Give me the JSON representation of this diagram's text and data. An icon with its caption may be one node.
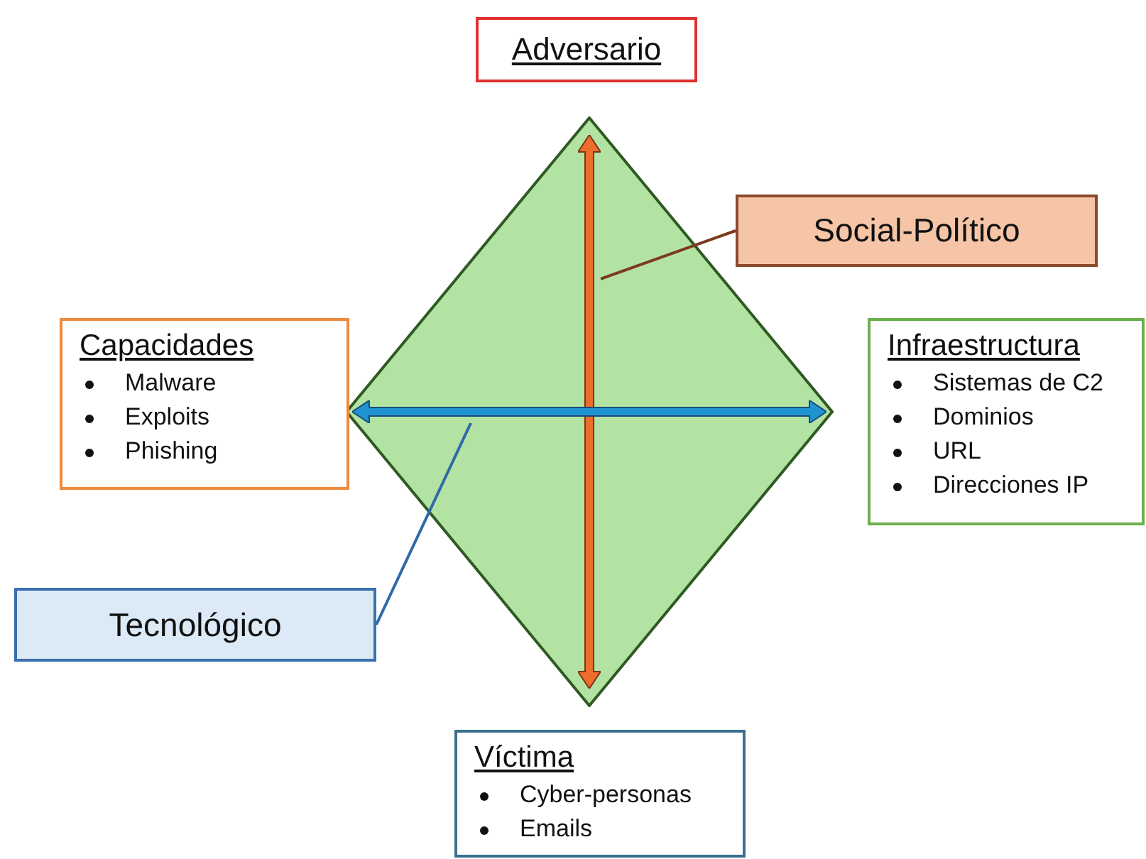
{
  "diagram": {
    "nodes": [
      {
        "text": [
          "Adversario"
        ]
      },
      {
        "text": [],
        "shape": "diamond"
      },
      {
        "text": [],
        "shape": "arrow",
        "in": 1
      },
      {
        "text": [
          "Social-Político"
        ]
      },
      {
        "text": [
          "Capacidades",
          "Malware",
          "Exploits",
          "Phishing"
        ]
      },
      {
        "text": [],
        "shape": "arrow",
        "in": 1
      },
      {
        "text": [
          "Infraestructura",
          "Sistemas de C2",
          "Dominios",
          "URL",
          "Direcciones IP"
        ]
      },
      {
        "text": [
          "Tecnológico"
        ]
      },
      {
        "text": [
          "Víctima",
          "Cyber-personas",
          "Emails"
        ]
      }
    ],
    "edges": [
      {
        "from": 3,
        "to": 2,
        "arrow": "none",
        "color": "#7b3a1e"
      },
      {
        "from": 7,
        "to": 5,
        "arrow": "none",
        "color": "#2e6aa8"
      }
    ]
  }
}
